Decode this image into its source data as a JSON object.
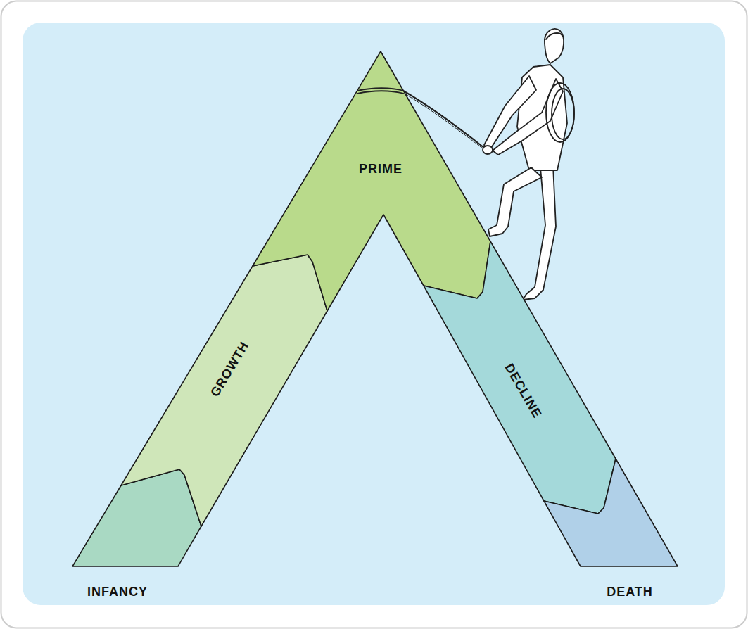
{
  "diagram": {
    "nodes": [
      {
        "text": [
          "INFANCY"
        ]
      },
      {
        "text": [
          "GROWTH"
        ]
      },
      {
        "text": [
          "PRIME"
        ]
      },
      {
        "text": [
          "DECLINE"
        ]
      },
      {
        "text": [
          "DEATH"
        ]
      }
    ]
  }
}
